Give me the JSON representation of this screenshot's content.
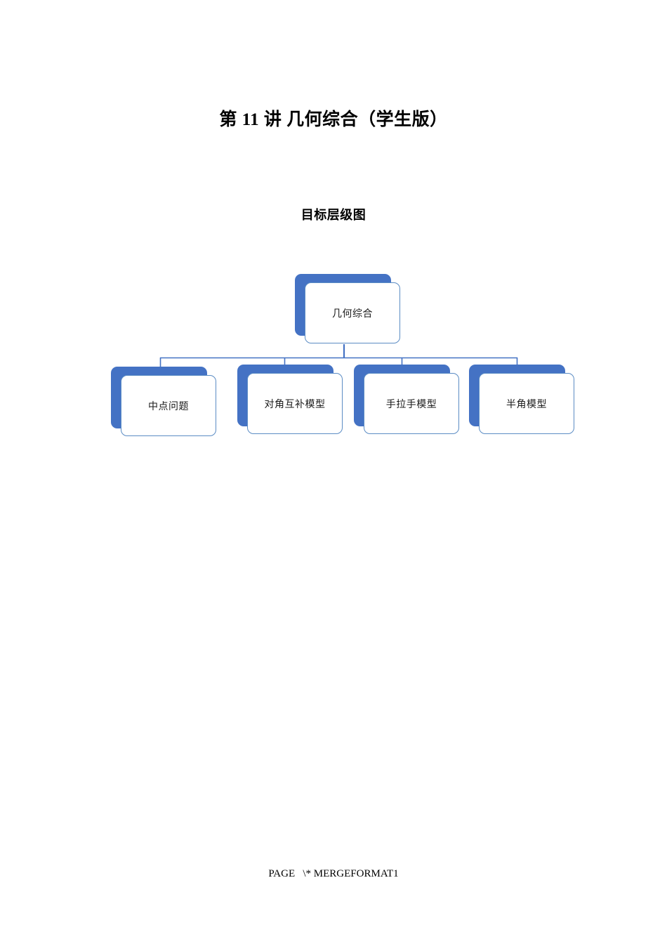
{
  "document": {
    "title": "第 11 讲  几何综合（学生版）",
    "subtitle": "目标层级图",
    "footer": "PAGE   \\* MERGEFORMAT1"
  },
  "colors": {
    "shadow_blue": "#4472C4",
    "node_border": "#5B8CC4",
    "connector": "#4472C4",
    "page_background": "#FFFFFF",
    "text": "#000000"
  },
  "diagram": {
    "type": "hierarchy",
    "root": {
      "label": "几何综合"
    },
    "children": [
      {
        "label": "中点问题"
      },
      {
        "label": "对角互补模型"
      },
      {
        "label": "手拉手模型"
      },
      {
        "label": "半角模型"
      }
    ]
  }
}
